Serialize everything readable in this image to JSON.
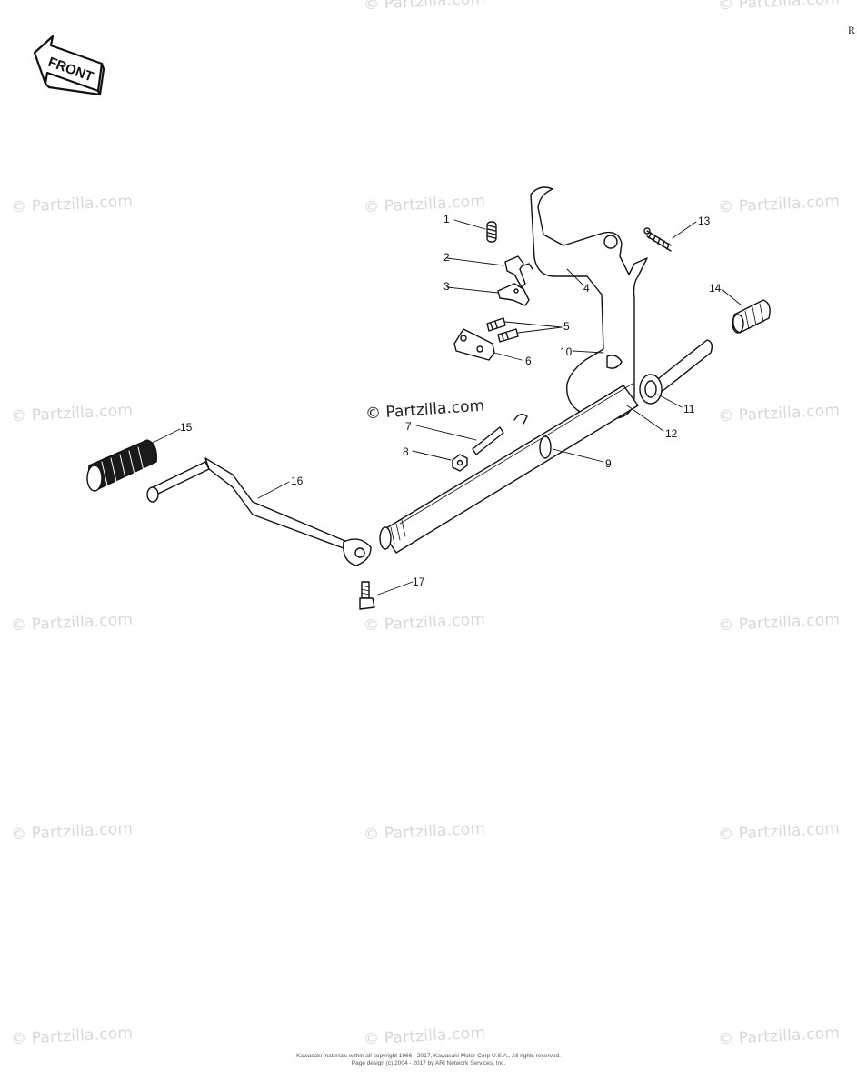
{
  "watermark": "© Partzilla.com",
  "center_watermark": "© Partzilla.com",
  "front_arrow_label": "FRONT",
  "callouts": {
    "c1": "1",
    "c2": "2",
    "c3": "3",
    "c4": "4",
    "c5": "5",
    "c6": "6",
    "c7": "7",
    "c8": "8",
    "c9": "9",
    "c10": "10",
    "c11": "11",
    "c12": "12",
    "c13": "13",
    "c14": "14",
    "c15": "15",
    "c16": "16",
    "c17": "17"
  },
  "copyright_line1": "Kawasaki materials within all copyright 1966 - 2017, Kawasaki Motor Corp U.S.A., All rights reserved.",
  "copyright_line2": "Page design (c) 2004 - 2017 by ARI Network Services, Inc.",
  "edge_letter": "R",
  "colors": {
    "line": "#111111",
    "watermark": "#d8d8d8",
    "background": "#ffffff"
  }
}
